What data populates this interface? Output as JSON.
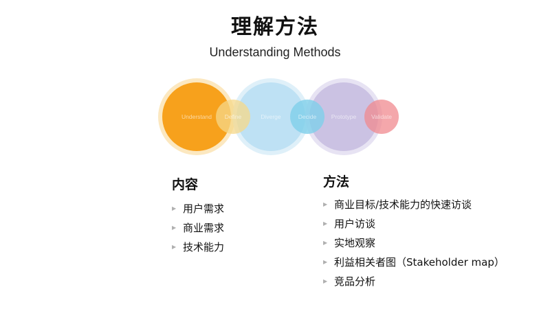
{
  "slide": {
    "title": "理解方法",
    "subtitle": "Understanding Methods"
  },
  "diagram": {
    "big_circles": [
      {
        "label": "Understand",
        "color": "#F7A11C"
      },
      {
        "label": "Diverge",
        "color": "#B8DDF2"
      },
      {
        "label": "Prototype",
        "color": "#C6BDE0"
      }
    ],
    "small_circles": [
      {
        "label": "Define",
        "color": "#F6C760"
      },
      {
        "label": "Decide",
        "color": "#7FCFEA"
      },
      {
        "label": "Validate",
        "color": "#F0868B"
      }
    ]
  },
  "content": {
    "heading": "内容",
    "items": [
      "用户需求",
      "商业需求",
      "技术能力"
    ]
  },
  "methods": {
    "heading": "方法",
    "items": [
      "商业目标/技术能力的快速访谈",
      "用户访谈",
      "实地观察",
      "利益相关者图（Stakeholder map）",
      "竞品分析"
    ]
  },
  "bullet_icon": "triangle-right-icon"
}
